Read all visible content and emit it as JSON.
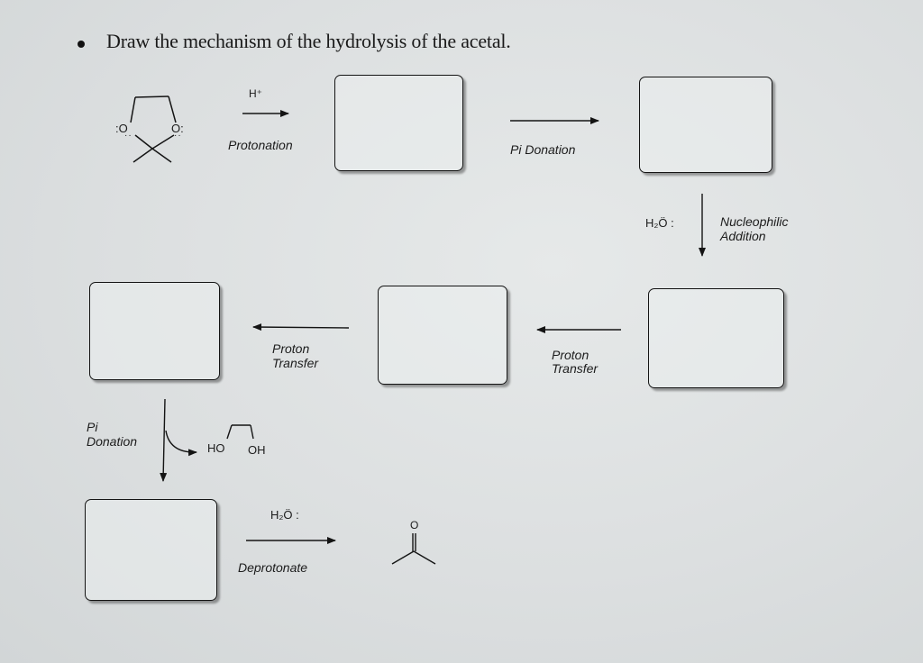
{
  "question": {
    "bullet": "•",
    "text": "Draw the mechanism of the hydrolysis of the acetal."
  },
  "start_molecule": {
    "name": "2,2-dimethyl-1,3-dioxolane",
    "left_oxygen": ":O",
    "right_oxygen": "O:"
  },
  "steps": [
    {
      "id": "step1",
      "reagent": "H⁺",
      "label": "Protonation",
      "direction": "right"
    },
    {
      "id": "step2",
      "reagent": "",
      "label": "Pi Donation",
      "direction": "right"
    },
    {
      "id": "step3",
      "reagent": "H₂Ö :",
      "label_line1": "Nucleophilic",
      "label_line2": "Addition",
      "direction": "down"
    },
    {
      "id": "step4",
      "reagent": "",
      "label_line1": "Proton",
      "label_line2": "Transfer",
      "direction": "left"
    },
    {
      "id": "step5",
      "reagent": "",
      "label_line1": "Proton",
      "label_line2": "Transfer",
      "direction": "left"
    },
    {
      "id": "step6",
      "byproduct_left": "HO",
      "byproduct_right": "OH",
      "label_line1": "Pi",
      "label_line2": "Donation",
      "direction": "down"
    },
    {
      "id": "step7",
      "reagent": "H₂Ö :",
      "label": "Deprotonate",
      "direction": "right"
    }
  ],
  "answer_boxes": [
    {
      "id": "box1",
      "content": ""
    },
    {
      "id": "box2",
      "content": ""
    },
    {
      "id": "box3",
      "content": ""
    },
    {
      "id": "box4",
      "content": ""
    },
    {
      "id": "box5",
      "content": ""
    },
    {
      "id": "box6",
      "content": ""
    }
  ],
  "product": {
    "name": "acetone",
    "oxygen": "O"
  },
  "colors": {
    "ink": "#141414",
    "paper": "#dcdfe0"
  }
}
